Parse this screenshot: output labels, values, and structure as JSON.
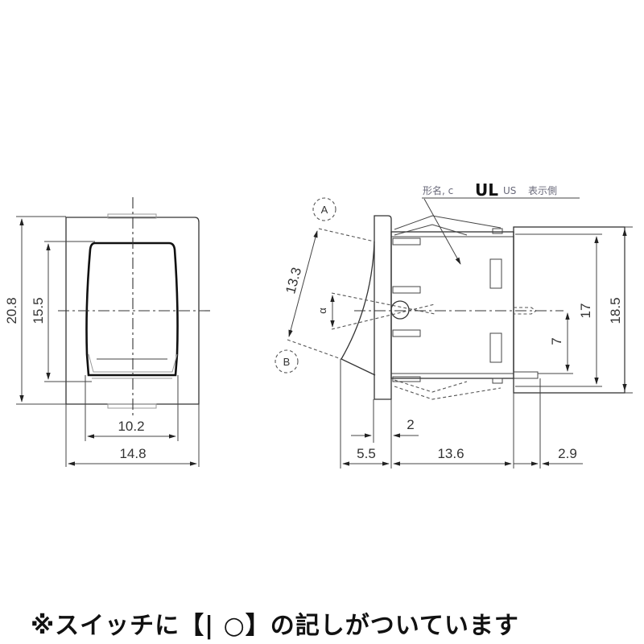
{
  "drawing": {
    "front_view": {
      "dims": {
        "overall_height": "20.8",
        "actuator_height": "15.5",
        "actuator_width": "10.2",
        "overall_width": "14.8"
      }
    },
    "side_view": {
      "labels": {
        "point_a": "A",
        "point_b": "B",
        "angle": "α"
      },
      "dims": {
        "actuator_travel": "13.3",
        "height_inner": "17",
        "height_outer": "18.5",
        "terminal_offset": "7",
        "panel_thickness": "2",
        "actuator_depth": "5.5",
        "body_depth": "13.6",
        "terminal_length": "2.9"
      },
      "marking_note": {
        "prefix": "形名, c",
        "ul_mark": "UL",
        "suffix_us": "US",
        "suffix": "表示側"
      }
    },
    "footnote": "※スイッチに【| ○】の記しがついています"
  },
  "colors": {
    "line": "#333333",
    "background": "#ffffff",
    "note_text": "#6a6a7a"
  }
}
